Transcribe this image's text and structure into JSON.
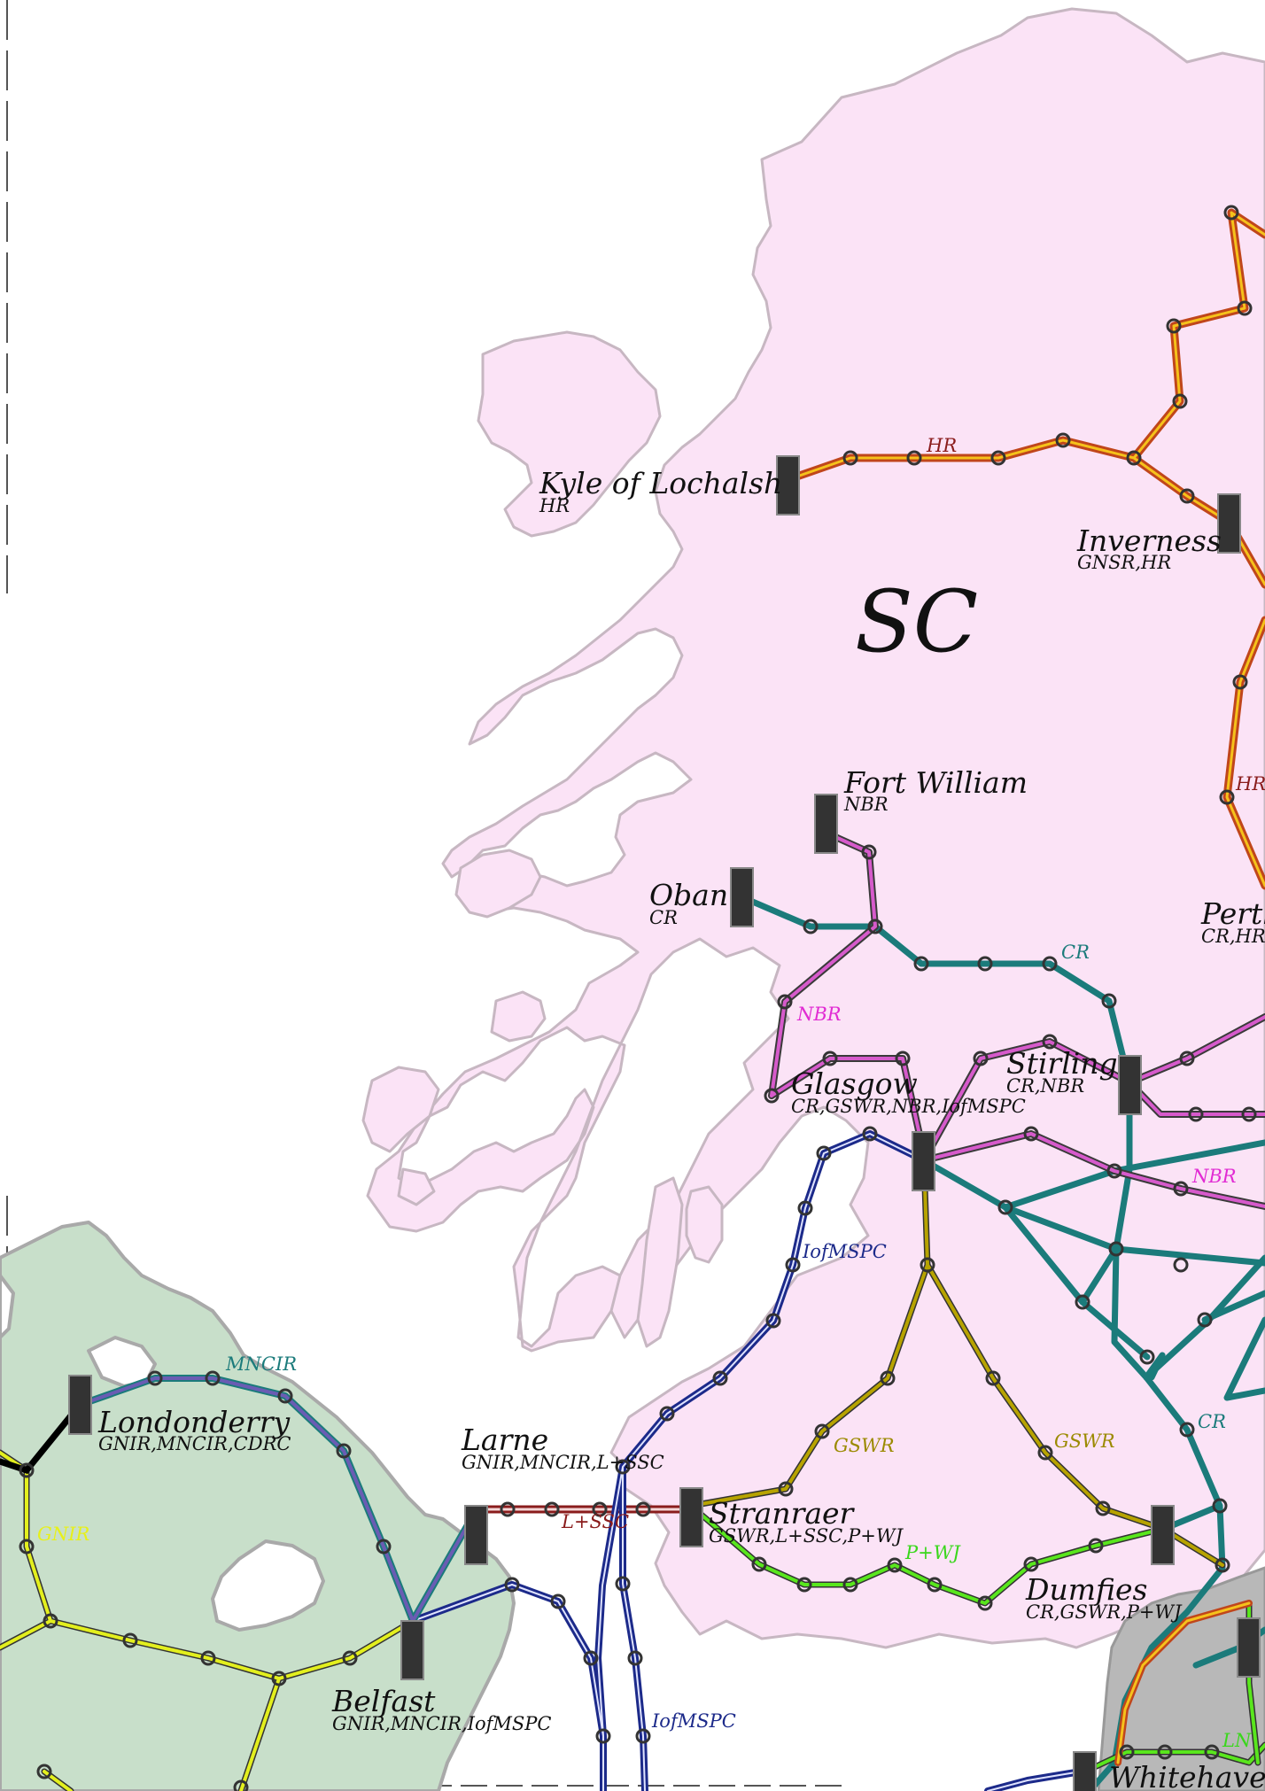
{
  "region_label": "SC",
  "colors": {
    "scotland_land": "#fbe3f6",
    "ireland_land": "#c8dfca",
    "england_land": "#b8b8b8",
    "HR": "#c0461b",
    "HR_inner": "#f5c21b",
    "CR": "#1b7b7b",
    "NBR": "#d65acb",
    "GSWR": "#b7a300",
    "IofMSPC": "#1c2a8a",
    "LSSC": "#8a1c1c",
    "PWJ": "#59e61d",
    "GNIR": "#e3ef1e",
    "MNCIR": "#6a5cb3",
    "station": "#333333"
  },
  "cities": [
    {
      "name": "Kyle of Lochalsh",
      "companies": "HR"
    },
    {
      "name": "Inverness",
      "companies": "GNSR,HR"
    },
    {
      "name": "Fort William",
      "companies": "NBR"
    },
    {
      "name": "Oban",
      "companies": "CR"
    },
    {
      "name": "Perth",
      "companies": "CR,HR"
    },
    {
      "name": "Stirling",
      "companies": "CR,NBR"
    },
    {
      "name": "Glasgow",
      "companies": "CR,GSWR,NBR,IofMSPC"
    },
    {
      "name": "Londonderry",
      "companies": "GNIR,MNCIR,CDRC"
    },
    {
      "name": "Larne",
      "companies": "GNIR,MNCIR,L+SSC"
    },
    {
      "name": "Stranraer",
      "companies": "GSWR,L+SSC,P+WJ"
    },
    {
      "name": "Dumfies",
      "companies": "CR,GSWR,P+WJ"
    },
    {
      "name": "Belfast",
      "companies": "GNIR,MNCIR,IofMSPC"
    },
    {
      "name": "Whitehaven",
      "companies": ""
    }
  ],
  "line_labels": {
    "hr": "HR",
    "hr2": "HR",
    "cr": "CR",
    "cr2": "CR",
    "nbr": "NBR",
    "nbr2": "NBR",
    "gswr": "GSWR",
    "gswr2": "GSWR",
    "iom": "IofMSPC",
    "iom2": "IofMSPC",
    "lssc": "L+SSC",
    "pwj": "P+WJ",
    "mncir": "MNCIR",
    "gnir": "GNIR",
    "ln": "LN"
  }
}
